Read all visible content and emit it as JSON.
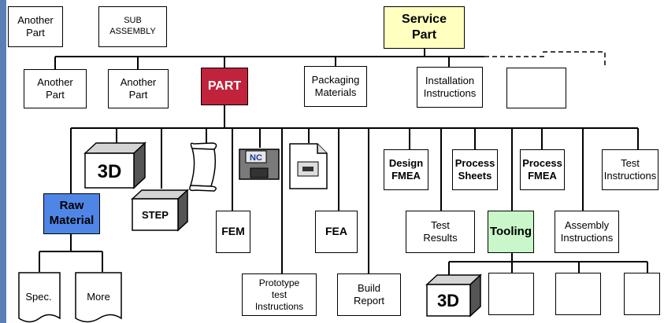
{
  "top": {
    "another_part": "Another\nPart",
    "sub_assembly": "SUB\nASSEMBLY",
    "service_part": "Service\nPart"
  },
  "level2": {
    "another_part_1": "Another\nPart",
    "another_part_2": "Another\nPart",
    "part": "PART",
    "packaging": "Packaging\nMaterials",
    "installation": "Installation\nInstructions",
    "blank": ""
  },
  "level3": {
    "cube_3d": "3D",
    "step": "STEP",
    "nc": "NC",
    "raw_material": "Raw\nMaterial",
    "fem": "FEM",
    "fea": "FEA",
    "prototype": "Prototype\ntest\nInstructions",
    "build_report": "Build\nReport",
    "design_fmea": "Design\nFMEA",
    "process_sheets": "Process\nSheets",
    "process_fmea": "Process\nFMEA",
    "test_instructions": "Test\nInstructions",
    "test_results": "Test\nResults",
    "tooling": "Tooling",
    "assembly_instructions": "Assembly\nInstructions"
  },
  "level4": {
    "spec": "Spec.",
    "more": "More",
    "tool_cube_3d": "3D"
  },
  "colors": {
    "service_part": "#ffffc0",
    "part": "#c0233b",
    "raw_material": "#4f86e6",
    "tooling": "#c9f7c9",
    "stripe": "#5a7fb6"
  },
  "icons": [
    "cube-3d-icon",
    "scroll-icon",
    "floppy-disk-icon",
    "document-icon"
  ]
}
